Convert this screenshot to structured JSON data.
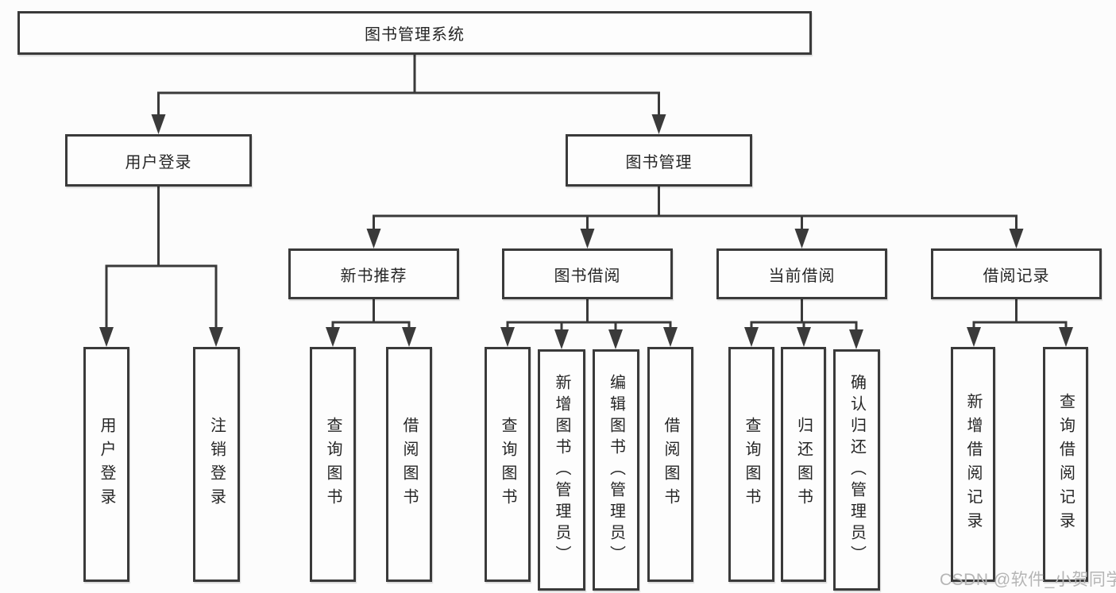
{
  "diagram": {
    "type": "hierarchy-tree",
    "colors": {
      "line": "#3a3a3a",
      "box_border": "#3a3a3a",
      "box_fill": "#fdfdfd",
      "text": "#262626",
      "background": "#fcfcfc",
      "watermark": "#b5b5b5"
    }
  },
  "tree": {
    "label": "图书管理系统",
    "children": [
      {
        "label": "用户登录",
        "children": [
          {
            "label": "用户登录"
          },
          {
            "label": "注销登录"
          }
        ]
      },
      {
        "label": "图书管理",
        "children": [
          {
            "label": "新书推荐",
            "children": [
              {
                "label": "查询图书"
              },
              {
                "label": "借阅图书"
              }
            ]
          },
          {
            "label": "图书借阅",
            "children": [
              {
                "label": "查询图书"
              },
              {
                "label": "新增图书（管理员）"
              },
              {
                "label": "编辑图书（管理员）"
              },
              {
                "label": "借阅图书"
              }
            ]
          },
          {
            "label": "当前借阅",
            "children": [
              {
                "label": "查询图书"
              },
              {
                "label": "归还图书"
              },
              {
                "label": "确认归还（管理员）"
              }
            ]
          },
          {
            "label": "借阅记录",
            "children": [
              {
                "label": "新增借阅记录"
              },
              {
                "label": "查询借阅记录"
              }
            ]
          }
        ]
      }
    ]
  },
  "watermark": {
    "text": "CSDN @软件_小贺同学"
  }
}
